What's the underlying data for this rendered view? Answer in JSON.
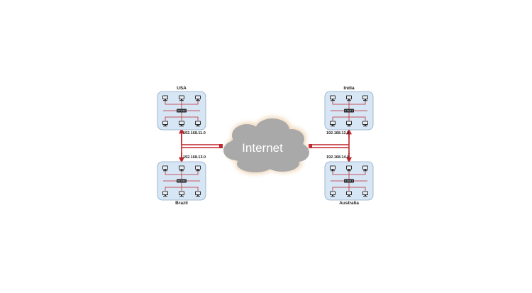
{
  "diagram": {
    "cloud": {
      "label": "Internet"
    },
    "sites": [
      {
        "id": "usa",
        "name": "USA",
        "network": "192.168.11.0"
      },
      {
        "id": "brazil",
        "name": "Brazil",
        "network": "192.168.13.0"
      },
      {
        "id": "india",
        "name": "India",
        "network": "192.168.12.0"
      },
      {
        "id": "australia",
        "name": "Australia",
        "network": "192.168.14.0"
      }
    ],
    "colors": {
      "site_fill": "#d7e6f5",
      "site_stroke": "#8ea8c3",
      "link": "#c0272d",
      "cloud_fill": "#a9a9a9",
      "cloud_glow": "#f2dcc0",
      "device": "#2b2b2b"
    },
    "icons": {
      "host": "computer-icon",
      "hub": "switch-icon",
      "cloud": "cloud-icon"
    }
  }
}
